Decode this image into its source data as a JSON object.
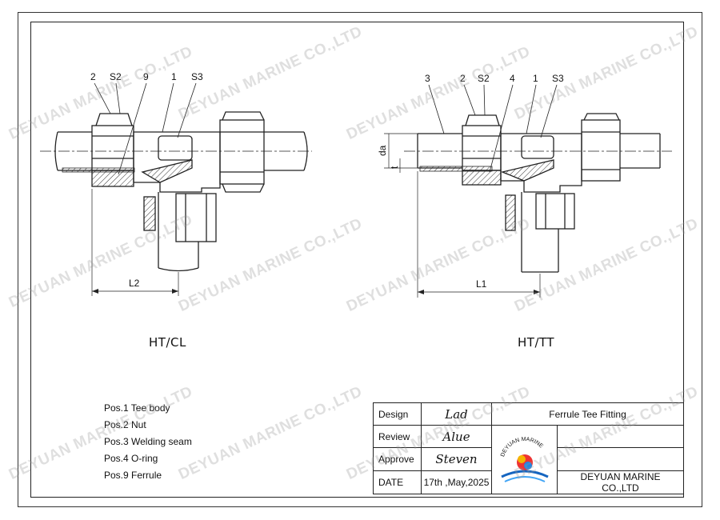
{
  "watermark": "DEYUAN MARINE CO.,LTD",
  "views": {
    "left": {
      "title": "HT/CL",
      "callouts": [
        "2",
        "S2",
        "9",
        "1",
        "S3"
      ],
      "dimension": "L2"
    },
    "right": {
      "title": "HT/TT",
      "callouts": [
        "3",
        "2",
        "S2",
        "4",
        "1",
        "S3"
      ],
      "dimension": "L1",
      "vertical_dims": [
        "da",
        "t"
      ]
    }
  },
  "legend": [
    "Pos.1 Tee body",
    "Pos.2 Nut",
    "Pos.3 Welding seam",
    "Pos.4 O-ring",
    "Pos.9 Ferrule"
  ],
  "title_block": {
    "design_label": "Design",
    "design_sig": "Lad",
    "review_label": "Review",
    "review_sig": "Alue",
    "approve_label": "Approve",
    "approve_sig": "Steven",
    "date_label": "DATE",
    "date_value": "17th ,May,2025",
    "drawing_title": "Ferrule Tee Fitting",
    "company": "DEYUAN MARINE CO.,LTD",
    "logo_text": "DEYUAN MARINE"
  }
}
